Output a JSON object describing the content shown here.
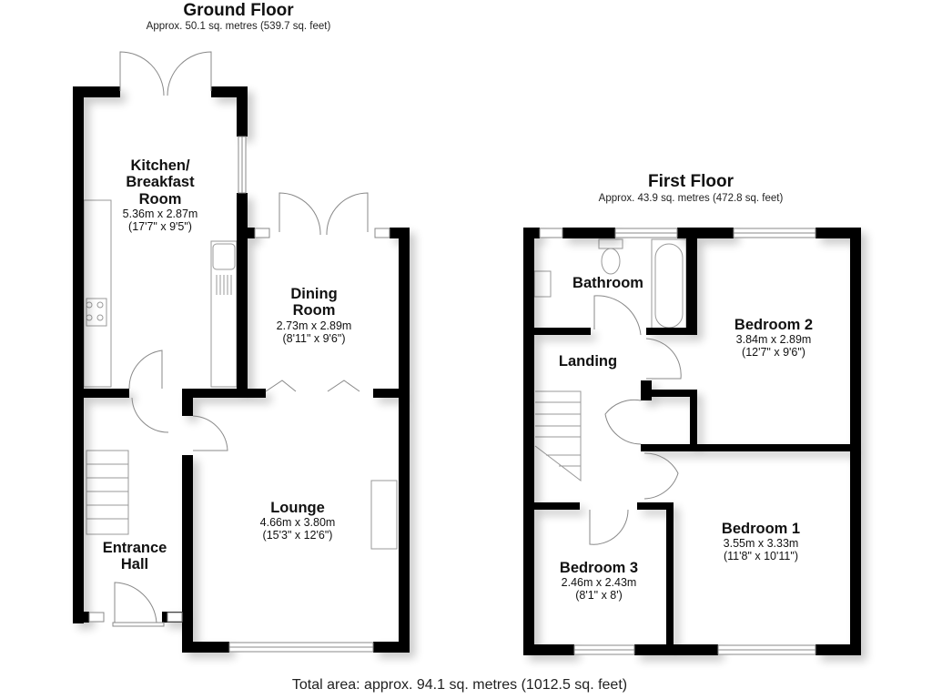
{
  "ground_floor": {
    "title": "Ground Floor",
    "area": "Approx. 50.1 sq. metres (539.7 sq. feet)",
    "rooms": [
      {
        "name_lines": [
          "Kitchen/",
          "Breakfast",
          "Room"
        ],
        "metric": "5.36m x 2.87m",
        "imperial": "(17'7\" x 9'5\")"
      },
      {
        "name_lines": [
          "Dining",
          "Room"
        ],
        "metric": "2.73m x 2.89m",
        "imperial": "(8'11\" x 9'6\")"
      },
      {
        "name_lines": [
          "Lounge"
        ],
        "metric": "4.66m x 3.80m",
        "imperial": "(15'3\" x 12'6\")"
      },
      {
        "name_lines": [
          "Entrance",
          "Hall"
        ],
        "metric": "",
        "imperial": ""
      }
    ]
  },
  "first_floor": {
    "title": "First Floor",
    "area": "Approx. 43.9 sq. metres (472.8 sq. feet)",
    "rooms": [
      {
        "name_lines": [
          "Bathroom"
        ],
        "metric": "",
        "imperial": ""
      },
      {
        "name_lines": [
          "Landing"
        ],
        "metric": "",
        "imperial": ""
      },
      {
        "name_lines": [
          "Bedroom 2"
        ],
        "metric": "3.84m x 2.89m",
        "imperial": "(12'7\" x 9'6\")"
      },
      {
        "name_lines": [
          "Bedroom 1"
        ],
        "metric": "3.55m x 3.33m",
        "imperial": "(11'8\" x 10'11\")"
      },
      {
        "name_lines": [
          "Bedroom 3"
        ],
        "metric": "2.46m x 2.43m",
        "imperial": "(8'1\" x 8')"
      }
    ]
  },
  "total_area": "Total area: approx. 94.1 sq. metres (1012.5 sq. feet)",
  "colors": {
    "wall": "#000000",
    "fixture_line": "#888888",
    "background": "#ffffff"
  }
}
